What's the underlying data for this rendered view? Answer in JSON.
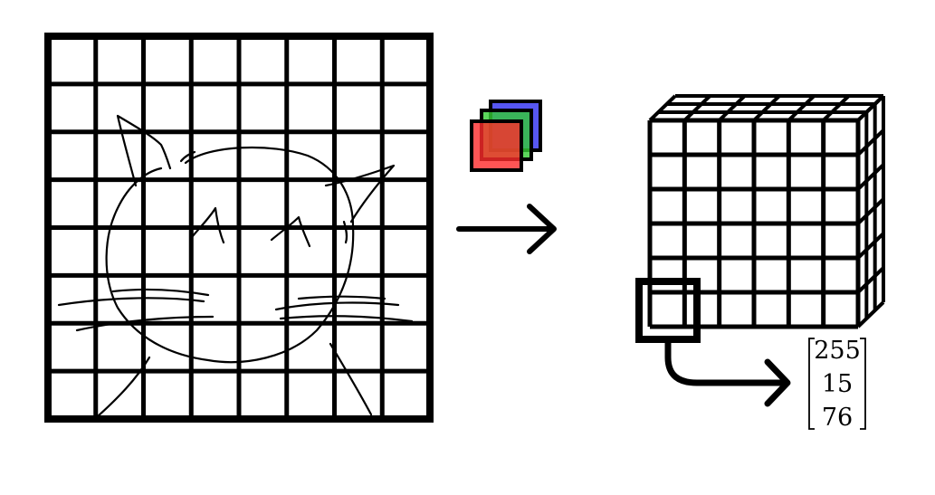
{
  "pixel_vector": [
    "255",
    "15",
    "76"
  ],
  "channels": [
    {
      "name": "blue",
      "color": "#3a3af0"
    },
    {
      "name": "green",
      "color": "#33cc33"
    },
    {
      "name": "red",
      "color": "#ff2a2a"
    }
  ],
  "image_grid": {
    "rows": 8,
    "cols": 8
  },
  "tensor_grid": {
    "rows": 6,
    "cols": 6,
    "depth": 3
  }
}
